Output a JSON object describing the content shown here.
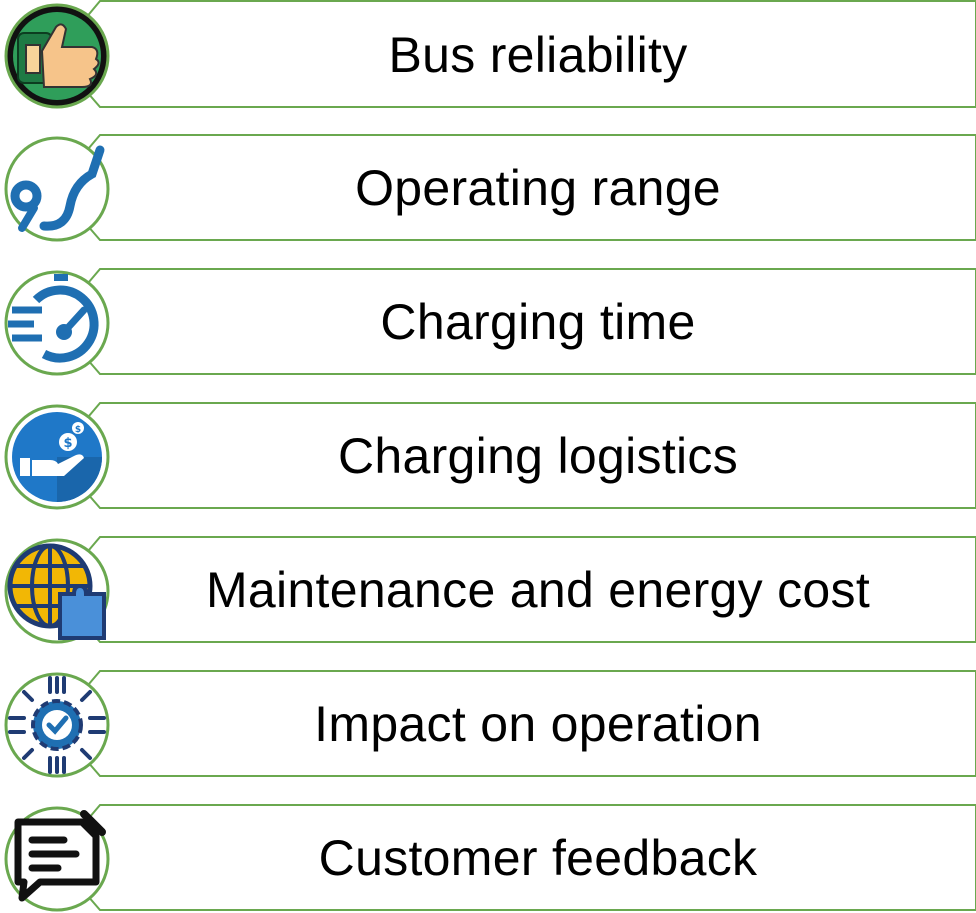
{
  "colors": {
    "border": "#6aa84f",
    "text": "#000000",
    "icon_blue": "#1f6fb2",
    "icon_green": "#2e8b57"
  },
  "items": [
    {
      "label": "Bus reliability",
      "icon": "thumbs-up-icon"
    },
    {
      "label": "Operating range",
      "icon": "route-icon"
    },
    {
      "label": "Charging time",
      "icon": "stopwatch-icon"
    },
    {
      "label": "Charging logistics",
      "icon": "hand-money-icon"
    },
    {
      "label": "Maintenance and energy cost",
      "icon": "globe-puzzle-icon"
    },
    {
      "label": "Impact on operation",
      "icon": "gear-check-icon"
    },
    {
      "label": "Customer feedback",
      "icon": "chat-document-icon"
    }
  ]
}
